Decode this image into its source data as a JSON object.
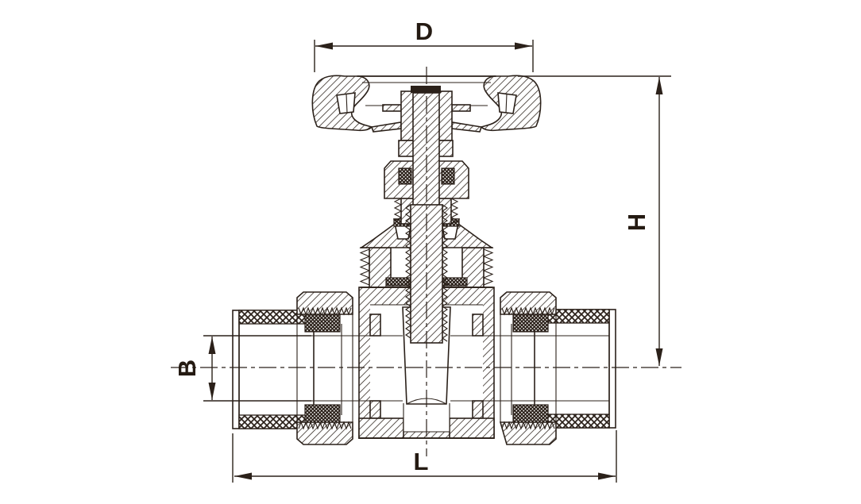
{
  "drawing": {
    "figure": "gate-valve-cross-section",
    "background_color": "#ffffff",
    "line_color": "#2b211a",
    "dimension_labels": {
      "d": {
        "label": "D",
        "position": "top"
      },
      "h": {
        "label": "H",
        "position": "right"
      },
      "b": {
        "label": "B",
        "position": "left"
      },
      "l": {
        "label": "L",
        "position": "bottom"
      }
    }
  }
}
